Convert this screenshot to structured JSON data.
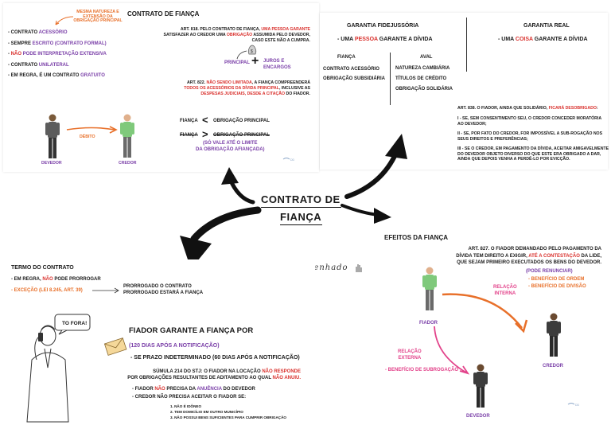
{
  "colors": {
    "red": "#d9302c",
    "purple": "#7a3fa8",
    "orange": "#e8702a",
    "pink": "#e2428a",
    "highlight": "#f9d96b"
  },
  "center": {
    "line1": "CONTRATO DE",
    "line2": "FIANÇA"
  },
  "brand": {
    "name": "Direito Desenhado"
  },
  "contrato": {
    "title": "CONTRATO DE FIANÇA",
    "note": "MESMA NATUREZA E EXTENSÃO DA OBRIGAÇÃO PRINCIPAL",
    "bullets": [
      {
        "p": "- CONTRATO ",
        "h": "ACESSÓRIO",
        "s": ""
      },
      {
        "p": "- SEMPRE ",
        "h": "ESCRITO (CONTRATO FORMAL)",
        "s": ""
      },
      {
        "p": "- ",
        "h": "NÃO",
        "s": " PODE INTERPRETAÇÃO EXTENSIVA"
      },
      {
        "p": "- CONTRATO ",
        "h": "UNILATERAL",
        "s": ""
      },
      {
        "p": "- EM REGRA, É UM CONTRATO ",
        "h": "GRATUITO",
        "s": ""
      }
    ],
    "art818": {
      "a": "ART. 818. PELO CONTRATO DE FIANÇA, ",
      "b": "UMA PESSOA GARANTE",
      "c": "SATISFAZER AO CREDOR UMA ",
      "d": "OBRIGAÇÃO",
      "e": " ASSUMIDA PELO DEVEDOR,",
      "f": "CASO ESTE NÃO A CUMPRA."
    },
    "principal": "PRINCIPAL",
    "plus": "+",
    "juros": "JUROS E",
    "encargos": "ENCARGOS",
    "art822": {
      "a": "ART. 822. ",
      "b": "NÃO SENDO LIMITADA",
      "c": ", A FIANÇA COMPREENDERÁ",
      "d": "TODOS OS ACESSÓRIOS DA DÍVIDA PRINCIPAL",
      "e": ", INCLUSIVE AS",
      "f": "DESPESAS JUDICIAIS, DESDE A CITAÇÃO",
      "g": " DO FIADOR."
    },
    "fianca_lt": "FIANÇA",
    "lt": "<",
    "obr1": "OBRIGAÇÃO PRINCIPAL",
    "fianca_gt": "FIANÇA",
    "gt": ">",
    "obr2": "OBRIGAÇÃO PRINCIPAL",
    "limit1": "(SÓ VALE ATÉ O LIMITE",
    "limit2": "DA OBRIGAÇÃO AFIANÇADA)",
    "devedor": "DEVEDOR",
    "debito": "DÉBITO",
    "credor": "CREDOR"
  },
  "garantia": {
    "fide_title": "GARANTIA FIDEJUSSÓRIA",
    "fide_desc_a": "- UMA ",
    "fide_desc_b": "PESSOA",
    "fide_desc_c": " GARANTE A DÍVIDA",
    "real_title": "GARANTIA REAL",
    "real_desc_a": "- UMA ",
    "real_desc_b": "COISA",
    "real_desc_c": " GARANTE A DÍVIDA",
    "fianca_head": "FIANÇA",
    "fianca_items": [
      "CONTRATO ACESSÓRIO",
      "OBRIGAÇÃO SUBSIDIÁRIA"
    ],
    "aval_head": "AVAL",
    "aval_items": [
      "NATUREZA CAMBIÁRIA",
      "TÍTULOS DE CRÉDITO",
      "OBRIGAÇÃO SOLIDÁRIA"
    ],
    "art838": {
      "a": "ART. 838. O FIADOR, AINDA QUE SOLIDÁRIO, ",
      "b": "FICARÁ DESOBRIGADO",
      ":": ":"
    },
    "incisos": [
      [
        "I - SE, SEM CONSENTIMENTO SEU, O CREDOR CONCEDER MORATÓRIA",
        "AO DEVEDOR;"
      ],
      [
        "II - SE, POR FATO DO CREDOR, FOR IMPOSSÍVEL A SUB-ROGAÇÃO NOS",
        "SEUS DIREITOS E PREFERÊNCIAS;"
      ],
      [
        "III - SE O CREDOR, EM PAGAMENTO DA DÍVIDA, ACEITAR AMIGAVELMENTE",
        "DO DEVEDOR OBJETO DIVERSO DO QUE ESTE ERA OBRIGADO A DAR,",
        "AINDA QUE DEPOIS VENHA A PERDÊ-LO POR EVICÇÃO."
      ]
    ]
  },
  "termo": {
    "title": "TERMO DO CONTRATO",
    "b1a": "- EM REGRA, ",
    "b1b": "NÃO",
    "b1c": " PODE PRORROGAR",
    "b2": "- EXCEÇÃO (LEI 8.245, ART. 39)",
    "prorrog1": "PRORROGADO O CONTRATO",
    "prorrog2": "PRORROGADO ESTARÁ A FIANÇA",
    "bubble": "TO FORA!",
    "fiador_title": "FIADOR GARANTE A FIANÇA POR",
    "dias120": "(120 DIAS APÓS A NOTIFICAÇÃO)",
    "dias60": "- SE PRAZO INDETERMINADO (60 DIAS APÓS A NOTIFICAÇÃO)",
    "sumula_a": "SÚMULA 214 DO STJ: O FIADOR NA LOCAÇÃO ",
    "sumula_b": "NÃO RESPONDE",
    "sumula_c": "POR OBRIGAÇÕES RESULTANTES DE ADITAMENTO AO QUAL ",
    "sumula_d": "NÃO ANUIU.",
    "anuencia_a": "- FIADOR ",
    "anuencia_b": "NÃO",
    "anuencia_c": " PRECISA DA ",
    "anuencia_d": "ANUÊNCIA",
    "anuencia_e": " DO DEVEDOR",
    "credor_nao": "- CREDOR NÃO PRECISA ACEITAR O FIADOR SE:",
    "items": [
      "1. NÃO É IDÔNEO",
      "2. TEM DOMICÍLIO EM OUTRO MUNICÍPIO",
      "3. NÃO POSSUI BENS SUFICIENTES PARA CUMPRIR OBRIGAÇÃO"
    ]
  },
  "efeitos": {
    "title": "EFEITOS DA FIANÇA",
    "art827_a": "ART. 827. O FIADOR DEMANDADO PELO PAGAMENTO DA",
    "art827_b": "DÍVIDA TEM DIREITO A EXIGIR, ",
    "art827_c": "ATÉ A CONTESTAÇÃO",
    "art827_d": " DA LIDE,",
    "art827_e": "QUE SEJAM PRIMEIRO EXECUTADOS OS BENS DO DEVEDOR.",
    "renunciar": "(PODE RENUNCIAR)",
    "ben1": "- BENEFÍCIO DE ORDEM",
    "ben2": "- BENEFÍCIO DE DIVISÃO",
    "rel_int1": "RELAÇÃO",
    "rel_int2": "INTERNA",
    "rel_ext1": "RELAÇÃO",
    "rel_ext2": "EXTERNA",
    "sub": "- BENEFÍCIO DE SUBROGAÇÃO",
    "fiador": "FIADOR",
    "credor": "CREDOR",
    "devedor": "DEVEDOR"
  }
}
